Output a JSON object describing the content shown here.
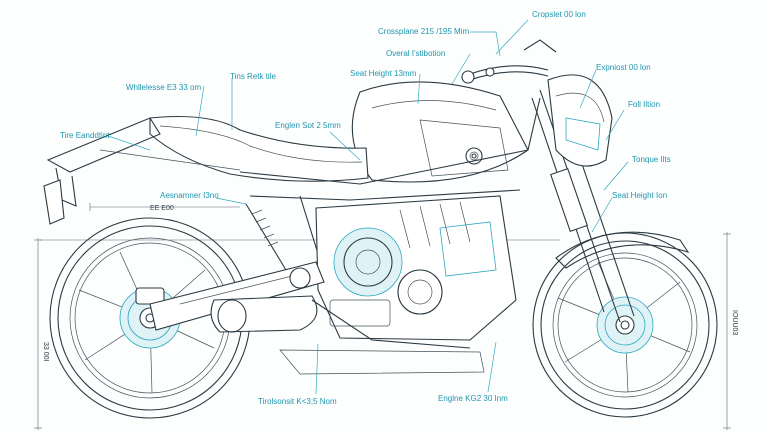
{
  "diagram": {
    "callouts": [
      {
        "id": "crossplane",
        "text": "Crossplane 215 /195 Mim"
      },
      {
        "id": "crossplane-top",
        "text": "Cropslet 00 lon"
      },
      {
        "id": "overall",
        "text": "Overal  I'stibotion"
      },
      {
        "id": "seat-height-top",
        "text": "Seat Height 13mm"
      },
      {
        "id": "exhaust-right",
        "text": "Expniost 00 lon"
      },
      {
        "id": "fuel-right",
        "text": "Foll Iltion"
      },
      {
        "id": "torque",
        "text": "Tonque Ilts"
      },
      {
        "id": "seat-height-right",
        "text": "Seat Height Ion"
      },
      {
        "id": "wheelbase",
        "text": "Whllelesse  E3 33 om"
      },
      {
        "id": "tire-rear-top",
        "text": "Tins Retk tile"
      },
      {
        "id": "engine-seat",
        "text": "Englen Sot 2 5mm"
      },
      {
        "id": "tire-left",
        "text": "Tire Eanddtint"
      },
      {
        "id": "assembler",
        "text": "Aesnamner  I3no"
      },
      {
        "id": "engine-bottom",
        "text": "Englne  KG2 30 Inm"
      },
      {
        "id": "trackwidth",
        "text": "Tirolsonsit K<3;5 Nom"
      }
    ],
    "dimensions": [
      {
        "id": "rear-length",
        "text": "EE E00"
      },
      {
        "id": "left-height",
        "text": "33 00I"
      },
      {
        "id": "right-height",
        "text": "IOUU03"
      }
    ]
  },
  "colors": {
    "ink": "#2c3a42",
    "accent": "#2aa7c0",
    "label": "#1f97ae"
  }
}
